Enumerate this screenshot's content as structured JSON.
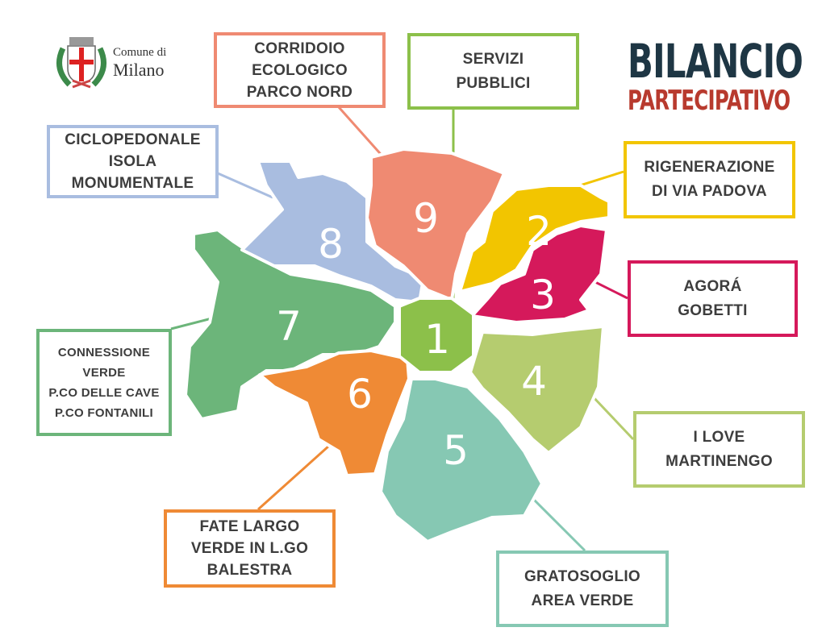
{
  "logo": {
    "line1": "Comune di",
    "line2": "Milano"
  },
  "title": {
    "line1": "BILANCIO",
    "line2": "PARTECIPATIVO"
  },
  "zones": [
    {
      "number": "1",
      "color": "#8cc04a",
      "project": "SERVIZI\nPUBBLICI"
    },
    {
      "number": "2",
      "color": "#f2c500",
      "project": "RIGENERAZIONE\nDI VIA PADOVA"
    },
    {
      "number": "3",
      "color": "#d5195b",
      "project": "AGORÁ\nGOBETTI"
    },
    {
      "number": "4",
      "color": "#b5cc6f",
      "project": "I LOVE\nMARTINENGO"
    },
    {
      "number": "5",
      "color": "#86c8b3",
      "project": "GRATOSOGLIO\nAREA VERDE"
    },
    {
      "number": "6",
      "color": "#ef8a35",
      "project": "FATE LARGO\nVERDE IN L.GO\nBALESTRA"
    },
    {
      "number": "7",
      "color": "#6cb57a",
      "project": "CONNESSIONE\nVERDE\nP.CO DELLE CAVE\nP.CO FONTANILI"
    },
    {
      "number": "8",
      "color": "#a9bde0",
      "project": "CICLOPEDONALE\nISOLA\nMONUMENTALE"
    },
    {
      "number": "9",
      "color": "#ef8a72",
      "project": "CORRIDOIO\nECOLOGICO\nPARCO NORD"
    }
  ]
}
